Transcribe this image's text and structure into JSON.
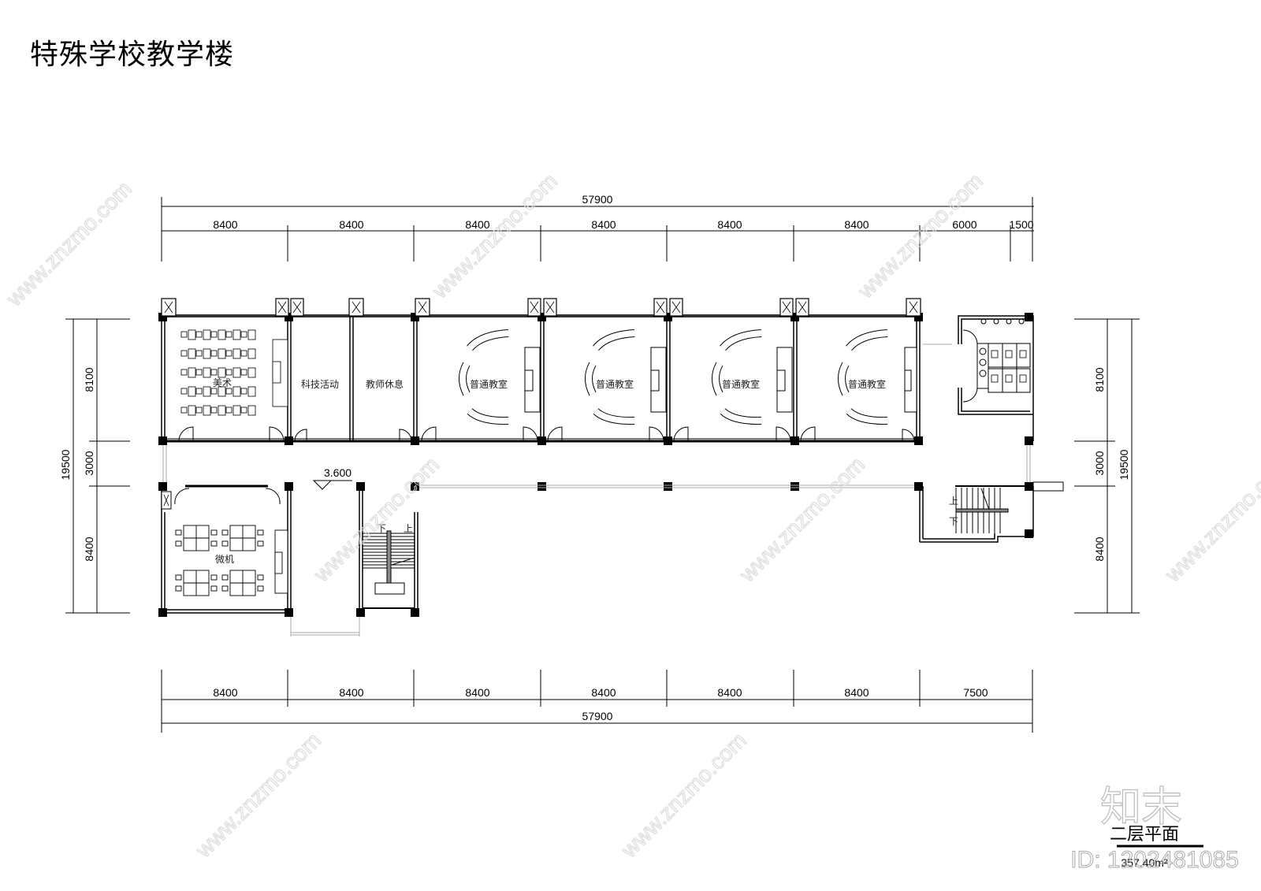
{
  "title": "特殊学校教学楼",
  "plan": {
    "name": "二层平面",
    "area": "357.40m²",
    "elevation": "3.600"
  },
  "dimensions": {
    "top_total": "57900",
    "top_segments": [
      "8400",
      "8400",
      "8400",
      "8400",
      "8400",
      "8400",
      "6000",
      "1500"
    ],
    "bottom_total": "57900",
    "bottom_segments": [
      "8400",
      "8400",
      "8400",
      "8400",
      "8400",
      "8400",
      "7500"
    ],
    "left_total": "19500",
    "left_segments": [
      "8100",
      "3000",
      "8400"
    ],
    "right_total": "19500",
    "right_segments": [
      "8100",
      "3000",
      "8400"
    ]
  },
  "rooms": {
    "art": "美术",
    "tech": "科技活动",
    "teacher": "教师休息",
    "class1": "普通教室",
    "class2": "普通教室",
    "class3": "普通教室",
    "class4": "普通教室",
    "computer": "微机"
  },
  "stairs": {
    "up": "上",
    "down": "下"
  },
  "watermark": {
    "site": "www.znzmo.com",
    "brand": "知末",
    "id": "ID: 1202481085"
  }
}
